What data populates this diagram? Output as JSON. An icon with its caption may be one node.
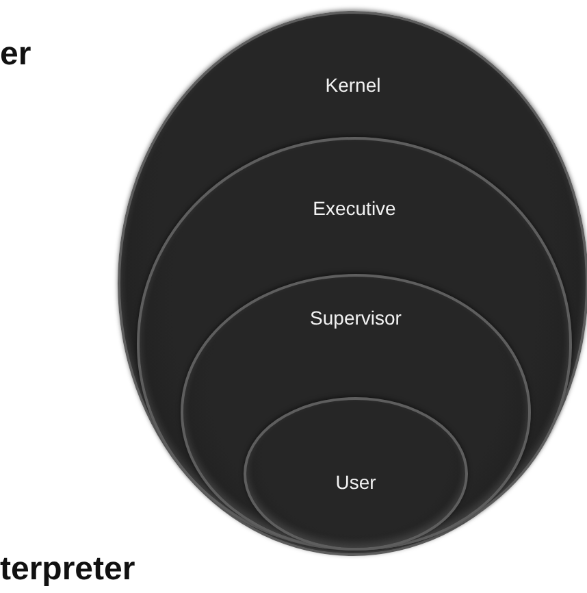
{
  "diagram": {
    "nodes": [
      {
        "text": [
          "Kernel"
        ]
      },
      {
        "text": [
          "Executive"
        ],
        "in": 0
      },
      {
        "text": [
          "Supervisor"
        ],
        "in": 1
      },
      {
        "text": [
          "User"
        ],
        "in": 2
      }
    ],
    "labels": [
      "er",
      "terpreter"
    ]
  }
}
